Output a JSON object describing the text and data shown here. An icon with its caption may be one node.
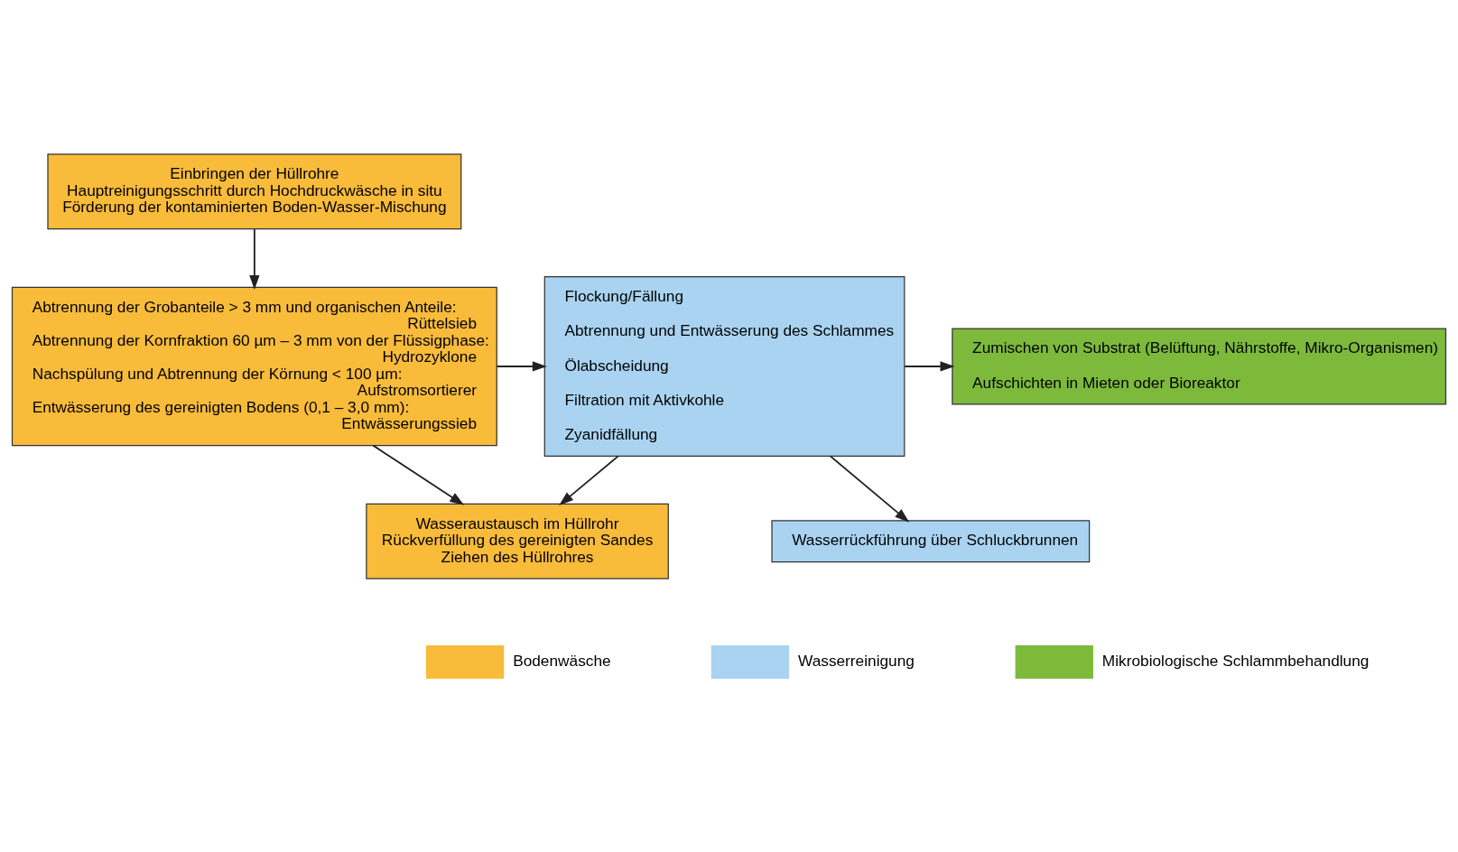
{
  "diagram": {
    "nodes": [
      {
        "text": [
          "Einbringen der Hüllrohre",
          "Hauptreinigungsschritt durch Hochdruckwäsche in situ",
          "Förderung der kontaminierten Boden-Wasser-Mischung"
        ]
      },
      {
        "text": [
          "Abtrennung der Grobanteile > 3 mm und organischen Anteile:",
          "Rüttelsieb",
          "Abtrennung der Kornfraktion 60 µm – 3 mm von der Flüssigphase:",
          "Hydrozyklone",
          "Nachspülung und Abtrennung der Körnung < 100 µm:",
          "Aufstromsortierer",
          "Entwässerung des gereinigten Bodens (0,1 – 3,0 mm):",
          "Entwässerungssieb"
        ]
      },
      {
        "text": [
          "Wasseraustausch im Hüllrohr",
          "Rückverfüllung des gereinigten Sandes",
          "Ziehen des Hüllrohres"
        ]
      },
      {
        "text": [
          "Flockung/Fällung",
          "Abtrennung und Entwässerung des Schlammes",
          "Ölabscheidung",
          "Filtration mit Aktivkohle",
          "Zyanidfällung"
        ]
      },
      {
        "text": [
          "Zumischen von Substrat (Belüftung, Nährstoffe, Mikro-Organismen)",
          "Aufschichten in Mieten oder Bioreaktor"
        ]
      },
      {
        "text": [
          "Wasserrückführung über Schluckbrunnen"
        ]
      }
    ],
    "edges": [
      {
        "from": 0,
        "to": 1,
        "arrow": "to"
      },
      {
        "from": 1,
        "to": 3,
        "arrow": "to"
      },
      {
        "from": 3,
        "to": 4,
        "arrow": "to"
      },
      {
        "from": 1,
        "to": 2,
        "arrow": "to"
      },
      {
        "from": 3,
        "to": 2,
        "arrow": "to"
      },
      {
        "from": 3,
        "to": 5,
        "arrow": "to"
      }
    ],
    "legend": [
      {
        "text": "Bodenwäsche",
        "color": "#f8bb3a"
      },
      {
        "text": "Wasserreinigung",
        "color": "#a9d3f0"
      },
      {
        "text": "Mikrobiologische Schlammbehandlung",
        "color": "#7dba3c"
      }
    ]
  }
}
